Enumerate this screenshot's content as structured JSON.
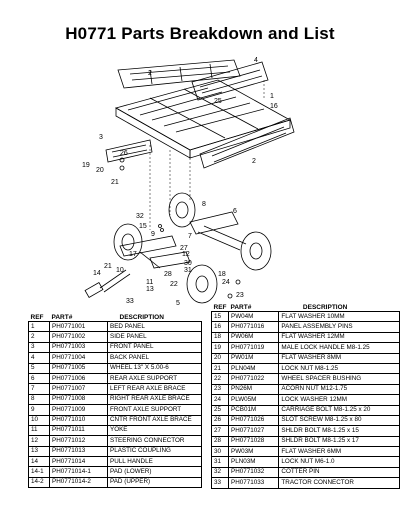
{
  "title": "H0771 Parts Breakdown and List",
  "diagram": {
    "callouts": [
      "2",
      "4",
      "1",
      "16",
      "25",
      "3",
      "26",
      "2",
      "19",
      "20",
      "21",
      "8",
      "6",
      "32",
      "15",
      "9",
      "7",
      "27",
      "12",
      "30",
      "31",
      "17",
      "14",
      "21",
      "10",
      "11",
      "13",
      "28",
      "22",
      "18",
      "24",
      "23",
      "5",
      "33"
    ]
  },
  "table_headers": {
    "ref": "REF",
    "part": "PART#",
    "description": "DESCRIPTION"
  },
  "parts_left": [
    {
      "ref": "1",
      "part": "PH0771001",
      "description": "BED PANEL"
    },
    {
      "ref": "2",
      "part": "PH0771002",
      "description": "SIDE PANEL"
    },
    {
      "ref": "3",
      "part": "PH0771003",
      "description": "FRONT PANEL"
    },
    {
      "ref": "4",
      "part": "PH0771004",
      "description": "BACK PANEL"
    },
    {
      "ref": "5",
      "part": "PH0771005",
      "description": "WHEEL 13\" X 5.00-6"
    },
    {
      "ref": "6",
      "part": "PH0771006",
      "description": "REAR AXLE SUPPORT"
    },
    {
      "ref": "7",
      "part": "PH0771007",
      "description": "LEFT REAR AXLE BRACE"
    },
    {
      "ref": "8",
      "part": "PH0771008",
      "description": "RIGHT REAR AXLE BRACE"
    },
    {
      "ref": "9",
      "part": "PH0771009",
      "description": "FRONT AXLE SUPPORT"
    },
    {
      "ref": "10",
      "part": "PH0771010",
      "description": "CNTR FRONT AXLE BRACE"
    },
    {
      "ref": "11",
      "part": "PH0771011",
      "description": "YOKE"
    },
    {
      "ref": "12",
      "part": "PH0771012",
      "description": "STEERING CONNECTOR"
    },
    {
      "ref": "13",
      "part": "PH0771013",
      "description": "PLASTIC COUPLING"
    },
    {
      "ref": "14",
      "part": "PH0771014",
      "description": "PULL HANDLE"
    },
    {
      "ref": "14-1",
      "part": "PH0771014-1",
      "description": "PAD (LOWER)"
    },
    {
      "ref": "14-2",
      "part": "PH0771014-2",
      "description": "PAD (UPPER)"
    }
  ],
  "parts_right": [
    {
      "ref": "15",
      "part": "PW04M",
      "description": "FLAT WASHER 10MM"
    },
    {
      "ref": "16",
      "part": "PH0771016",
      "description": "PANEL ASSEMBLY PINS"
    },
    {
      "ref": "18",
      "part": "PW06M",
      "description": "FLAT WASHER 12MM"
    },
    {
      "ref": "19",
      "part": "PH0771019",
      "description": "MALE LOCK HANDLE M8-1.25"
    },
    {
      "ref": "20",
      "part": "PW01M",
      "description": "FLAT WASHER 8MM"
    },
    {
      "ref": "21",
      "part": "PLN04M",
      "description": "LOCK NUT M8-1.25"
    },
    {
      "ref": "22",
      "part": "PH0771022",
      "description": "WHEEL SPACER BUSHING"
    },
    {
      "ref": "23",
      "part": "PN26M",
      "description": "ACORN NUT M12-1.75"
    },
    {
      "ref": "24",
      "part": "PLW05M",
      "description": "LOCK WASHER 12MM"
    },
    {
      "ref": "25",
      "part": "PCB01M",
      "description": "CARRIAGE BOLT M8-1.25 x 20"
    },
    {
      "ref": "26",
      "part": "PH0771026",
      "description": "SLOT SCREW M8-1.25 x 80"
    },
    {
      "ref": "27",
      "part": "PH0771027",
      "description": "SHLDR BOLT M8-1.25 x 15"
    },
    {
      "ref": "28",
      "part": "PH0771028",
      "description": "SHLDR BOLT M8-1.25 x 17"
    },
    {
      "ref": "30",
      "part": "PW03M",
      "description": "FLAT WASHER 6MM"
    },
    {
      "ref": "31",
      "part": "PLN03M",
      "description": "LOCK NUT M6-1.0"
    },
    {
      "ref": "32",
      "part": "PH0771032",
      "description": "COTTER PIN"
    },
    {
      "ref": "33",
      "part": "PH0771033",
      "description": "TRACTOR CONNECTOR"
    }
  ]
}
